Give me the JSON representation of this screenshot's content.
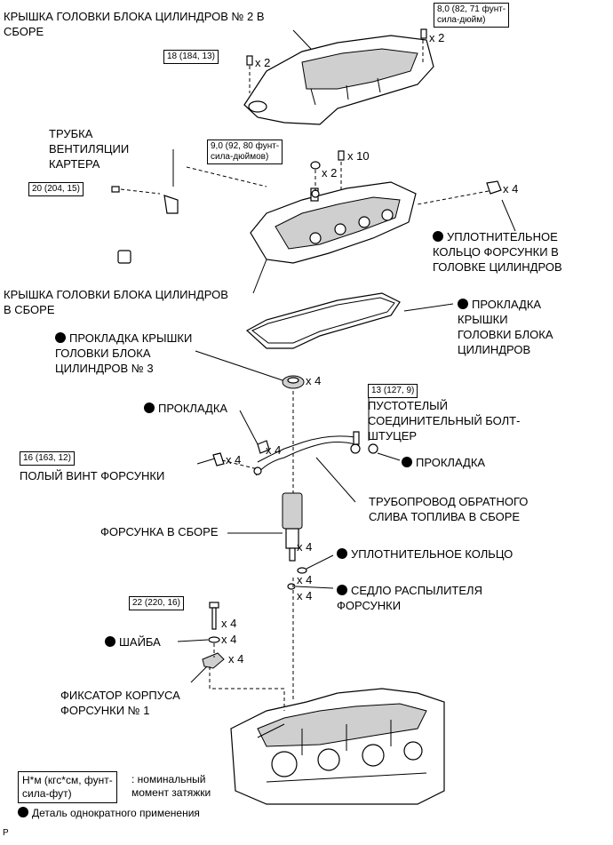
{
  "labels": {
    "cover_no2": "КРЫШКА ГОЛОВКИ БЛОКА ЦИЛИНДРОВ № 2 В\nСБОРЕ",
    "vent_tube": "ТРУБКА\nВЕНТИЛЯЦИИ\nКАРТЕРА",
    "injector_seal_ring": "УПЛОТНИТЕЛЬНОЕ\nКОЛЬЦО ФОРСУНКИ В\nГОЛОВКЕ ЦИЛИНДРОВ",
    "head_cover": "КРЫШКА ГОЛОВКИ БЛОКА ЦИЛИНДРОВ\nВ СБОРЕ",
    "cover_gasket": "ПРОКЛАДКА\nКРЫШКИ\nГОЛОВКИ БЛОКА\nЦИЛИНДРОВ",
    "cover_no3_gasket": "ПРОКЛАДКА КРЫШКИ\nГОЛОВКИ БЛОКА\nЦИЛИНДРОВ № 3",
    "gasket_left": "ПРОКЛАДКА",
    "union_bolt": "ПУСТОТЕЛЫЙ\nСОЕДИНИТЕЛЬНЫЙ БОЛТ-\nШТУЦЕР",
    "gasket_right": "ПРОКЛАДКА",
    "hollow_screw": "ПОЛЫЙ ВИНТ ФОРСУНКИ",
    "return_pipe": "ТРУБОПРОВОД ОБРАТНОГО\nСЛИВА ТОПЛИВА В СБОРЕ",
    "injector": "ФОРСУНКА В СБОРЕ",
    "o_ring": "УПЛОТНИТЕЛЬНОЕ КОЛЬЦО",
    "nozzle_seat": "СЕДЛО РАСПЫЛИТЕЛЯ\nФОРСУНКИ",
    "washer": "ШАЙБА",
    "clamp": "ФИКСАТОР КОРПУСА\nФОРСУНКИ № 1"
  },
  "torques": {
    "t1": "8,0 (82, 71 фунт-\nсила-дюйм)",
    "t2": "18 (184, 13)",
    "t3": "9,0 (92, 80 фунт-\nсила-дюймов)",
    "t4": "20 (204, 15)",
    "t5": "13 (127, 9)",
    "t6": "16 (163, 12)",
    "t7": "22 (220, 16)"
  },
  "quantities": {
    "q_t1": "x 2",
    "q_t2": "x 2",
    "q_t3a": "x 10",
    "q_t3b": "x 2",
    "q_seal": "x 4",
    "q_no3": "x 4",
    "q_gasket": "x 4",
    "q_screw": "x 4",
    "q_injector": "x 4",
    "q_oring": "x 4",
    "q_seat": "x 4",
    "q_bolt22": "x 4",
    "q_washer": "x 4",
    "q_clamp": "x 4"
  },
  "legend": {
    "torque_box": "Н*м (кгс*см, фунт-\nсила-фут)",
    "torque_desc": ": номинальный\nмомент затяжки",
    "single_use": "Деталь однократного применения"
  },
  "corner_mark": "P"
}
